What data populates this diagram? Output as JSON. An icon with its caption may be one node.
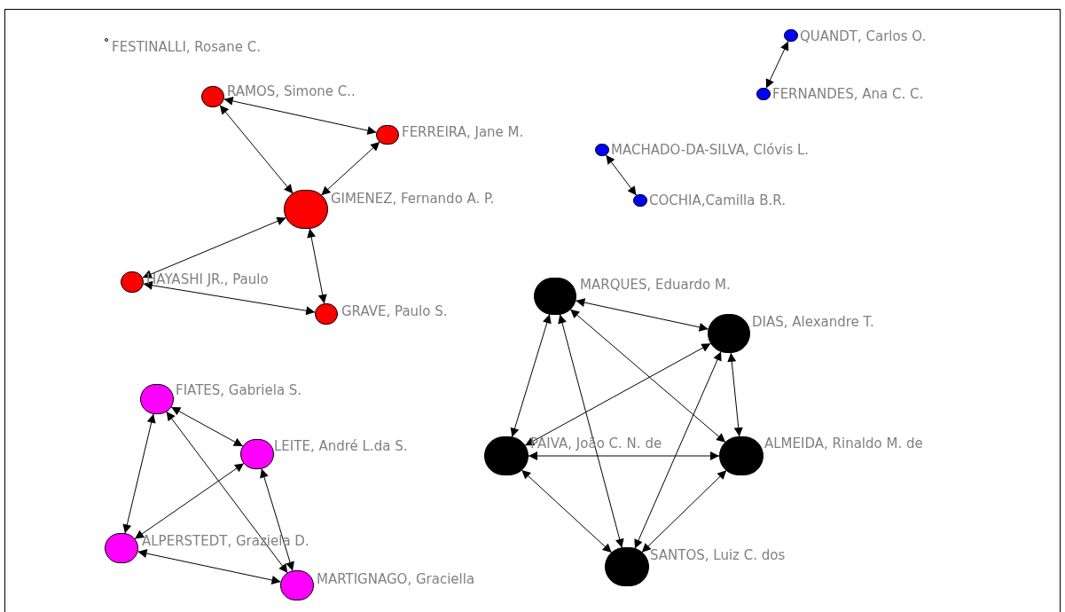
{
  "diagram": {
    "nodes": [
      {
        "text": [
          "FESTINALLI, Rosane C."
        ]
      },
      {
        "text": [
          "RAMOS, Simone C.."
        ]
      },
      {
        "text": [
          "FERREIRA, Jane M."
        ]
      },
      {
        "text": [
          "GIMENEZ, Fernando A. P."
        ]
      },
      {
        "text": [
          "HAYASHI JR., Paulo"
        ]
      },
      {
        "text": [
          "GRAVE, Paulo S."
        ]
      },
      {
        "text": [
          "QUANDT, Carlos O."
        ]
      },
      {
        "text": [
          "FERNANDES, Ana C. C."
        ]
      },
      {
        "text": [
          "MACHADO-DA-SILVA, Clóvis L."
        ]
      },
      {
        "text": [
          "COCHIA,Camilla B.R."
        ]
      },
      {
        "text": [
          "MARQUES, Eduardo M."
        ]
      },
      {
        "text": [
          "DIAS, Alexandre T."
        ]
      },
      {
        "text": [
          "PAIVA, João C. N. de"
        ]
      },
      {
        "text": [
          "ALMEIDA, Rinaldo M. de"
        ]
      },
      {
        "text": [
          "SANTOS, Luiz C. dos"
        ]
      },
      {
        "text": [
          "FIATES, Gabriela S."
        ]
      },
      {
        "text": [
          "LEITE, André L.da S."
        ]
      },
      {
        "text": [
          "ALPERSTEDT, Graziela D."
        ]
      },
      {
        "text": [
          "MARTIGNAGO, Graciella"
        ]
      }
    ],
    "edges": [
      {
        "from": 1,
        "to": 2,
        "arrow": "both"
      },
      {
        "from": 1,
        "to": 3,
        "arrow": "both"
      },
      {
        "from": 2,
        "to": 3,
        "arrow": "both"
      },
      {
        "from": 4,
        "to": 3,
        "arrow": "both"
      },
      {
        "from": 4,
        "to": 5,
        "arrow": "both"
      },
      {
        "from": 3,
        "to": 5,
        "arrow": "both"
      },
      {
        "from": 6,
        "to": 7,
        "arrow": "both"
      },
      {
        "from": 8,
        "to": 9,
        "arrow": "both"
      },
      {
        "from": 10,
        "to": 11,
        "arrow": "both"
      },
      {
        "from": 10,
        "to": 12,
        "arrow": "both"
      },
      {
        "from": 10,
        "to": 14,
        "arrow": "both"
      },
      {
        "from": 10,
        "to": 13,
        "arrow": "both"
      },
      {
        "from": 12,
        "to": 11,
        "arrow": "both"
      },
      {
        "from": 14,
        "to": 11,
        "arrow": "both"
      },
      {
        "from": 11,
        "to": 13,
        "arrow": "both"
      },
      {
        "from": 12,
        "to": 13,
        "arrow": "both"
      },
      {
        "from": 12,
        "to": 14,
        "arrow": "both"
      },
      {
        "from": 13,
        "to": 14,
        "arrow": "both"
      },
      {
        "from": 15,
        "to": 16,
        "arrow": "both"
      },
      {
        "from": 15,
        "to": 17,
        "arrow": "both"
      },
      {
        "from": 15,
        "to": 18,
        "arrow": "both"
      },
      {
        "from": 17,
        "to": 16,
        "arrow": "both"
      },
      {
        "from": 16,
        "to": 18,
        "arrow": "both"
      },
      {
        "from": 17,
        "to": 18,
        "arrow": "both"
      }
    ]
  }
}
